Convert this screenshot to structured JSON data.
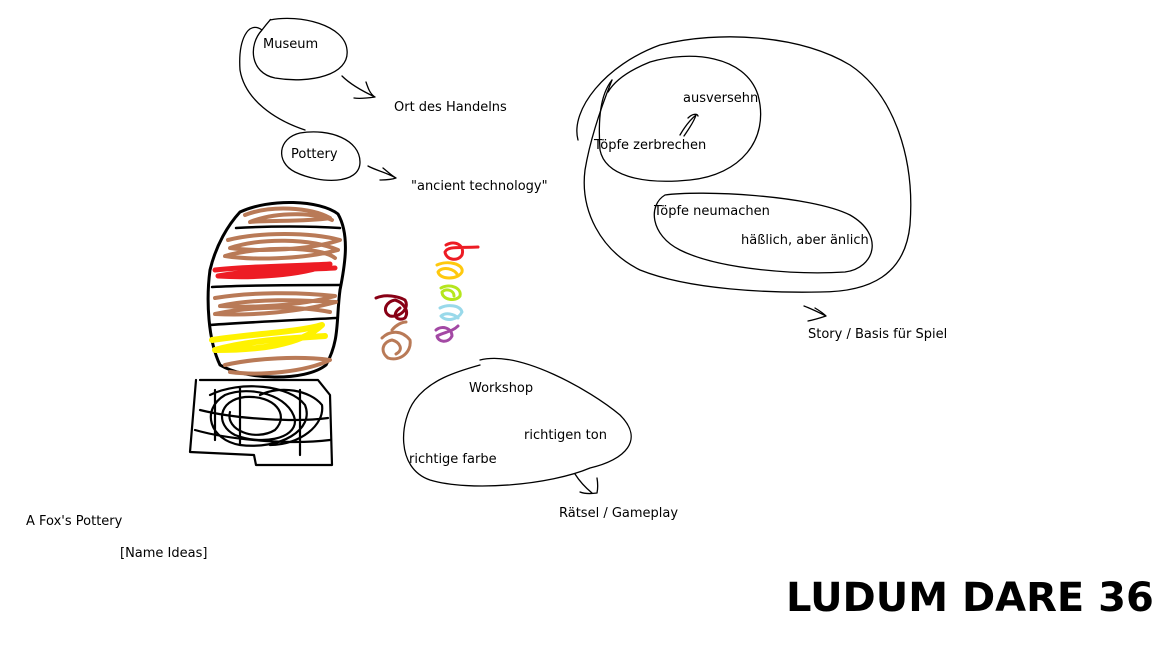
{
  "labels": {
    "museum": "Museum",
    "place_of_action": "Ort des Handelns",
    "pottery": "Pottery",
    "ancient_technology": "\"ancient technology\"",
    "by_accident": "ausversehn",
    "breaking_pots": "Töpfe zerbrechen",
    "remaking_pots": "Töpfe neumachen",
    "ugly_but_similar": "häßlich, aber änlich",
    "story_basis": "Story / Basis für Spiel",
    "workshop": "Workshop",
    "right_tone": "richtigen ton",
    "right_color": "richtige farbe",
    "puzzle_gameplay": "Rätsel / Gameplay",
    "game_title_idea": "A Fox's Pottery",
    "name_ideas": "[Name Ideas]",
    "event_title": "LUDUM DARE 36"
  },
  "colors": {
    "ink": "#000000",
    "pot_brown": "#b97a57",
    "pot_red": "#ed1c24",
    "pot_yellow": "#fff200",
    "dot_red": "#ed1c24",
    "dot_orange": "#ffc90e",
    "dot_green": "#b5e61d",
    "dot_light_blue": "#99d9ea",
    "dot_purple": "#a349a4",
    "dot_dark_red": "#880015",
    "dot_brown": "#b97a57"
  }
}
